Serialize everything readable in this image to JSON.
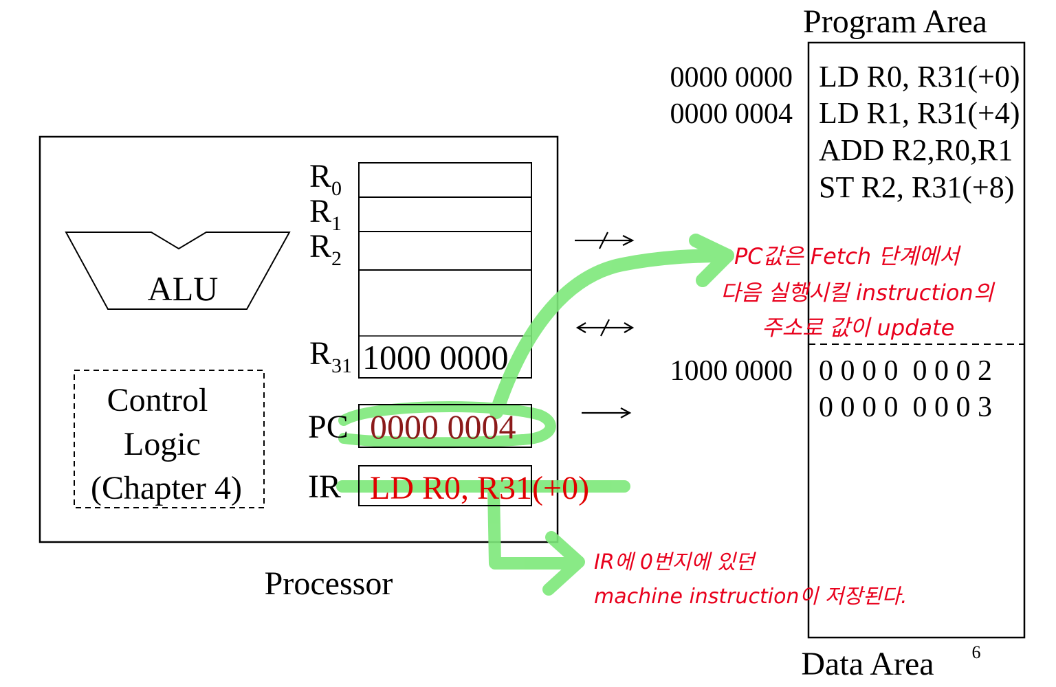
{
  "processor": {
    "label": "Processor",
    "alu_label": "ALU",
    "control_logic": [
      "Control",
      "Logic",
      "(Chapter 4)"
    ],
    "registers": {
      "r0": {
        "base": "R",
        "sub": "0"
      },
      "r1": {
        "base": "R",
        "sub": "1"
      },
      "r2": {
        "base": "R",
        "sub": "2"
      },
      "r31": {
        "base": "R",
        "sub": "31",
        "value": "1000 0000"
      }
    },
    "pc": {
      "label": "PC",
      "value": "0000 0004"
    },
    "ir": {
      "label": "IR",
      "value": "LD R0, R31(+0)"
    }
  },
  "memory": {
    "program_area_title": "Program Area",
    "data_area_title": "Data Area",
    "program_rows": [
      {
        "address": "0000 0000",
        "content": "LD R0, R31(+0)"
      },
      {
        "address": "0000 0004",
        "content": "LD R1, R31(+4)"
      },
      {
        "address": "",
        "content": "ADD R2,R0,R1"
      },
      {
        "address": "",
        "content": "ST R2, R31(+8)"
      }
    ],
    "data_rows": [
      {
        "address": "1000 0000",
        "content": "0 0 0 0  0 0 0 2"
      },
      {
        "address": "",
        "content": "0 0 0 0  0 0 0 3"
      }
    ]
  },
  "annotations": {
    "pc_note": [
      "PC값은 Fetch 단계에서",
      "다음 실행시킬 instruction의",
      "주소로 값이 update"
    ],
    "ir_note": [
      "IR에 0번지에 있던",
      "machine instruction이 저장된다."
    ]
  },
  "page_number": "6",
  "colors": {
    "ink": "#000000",
    "highlight": "#7de87a",
    "annotation": "#e8001c",
    "register_value": "#8b1a1a",
    "ir_value": "#e00000"
  }
}
